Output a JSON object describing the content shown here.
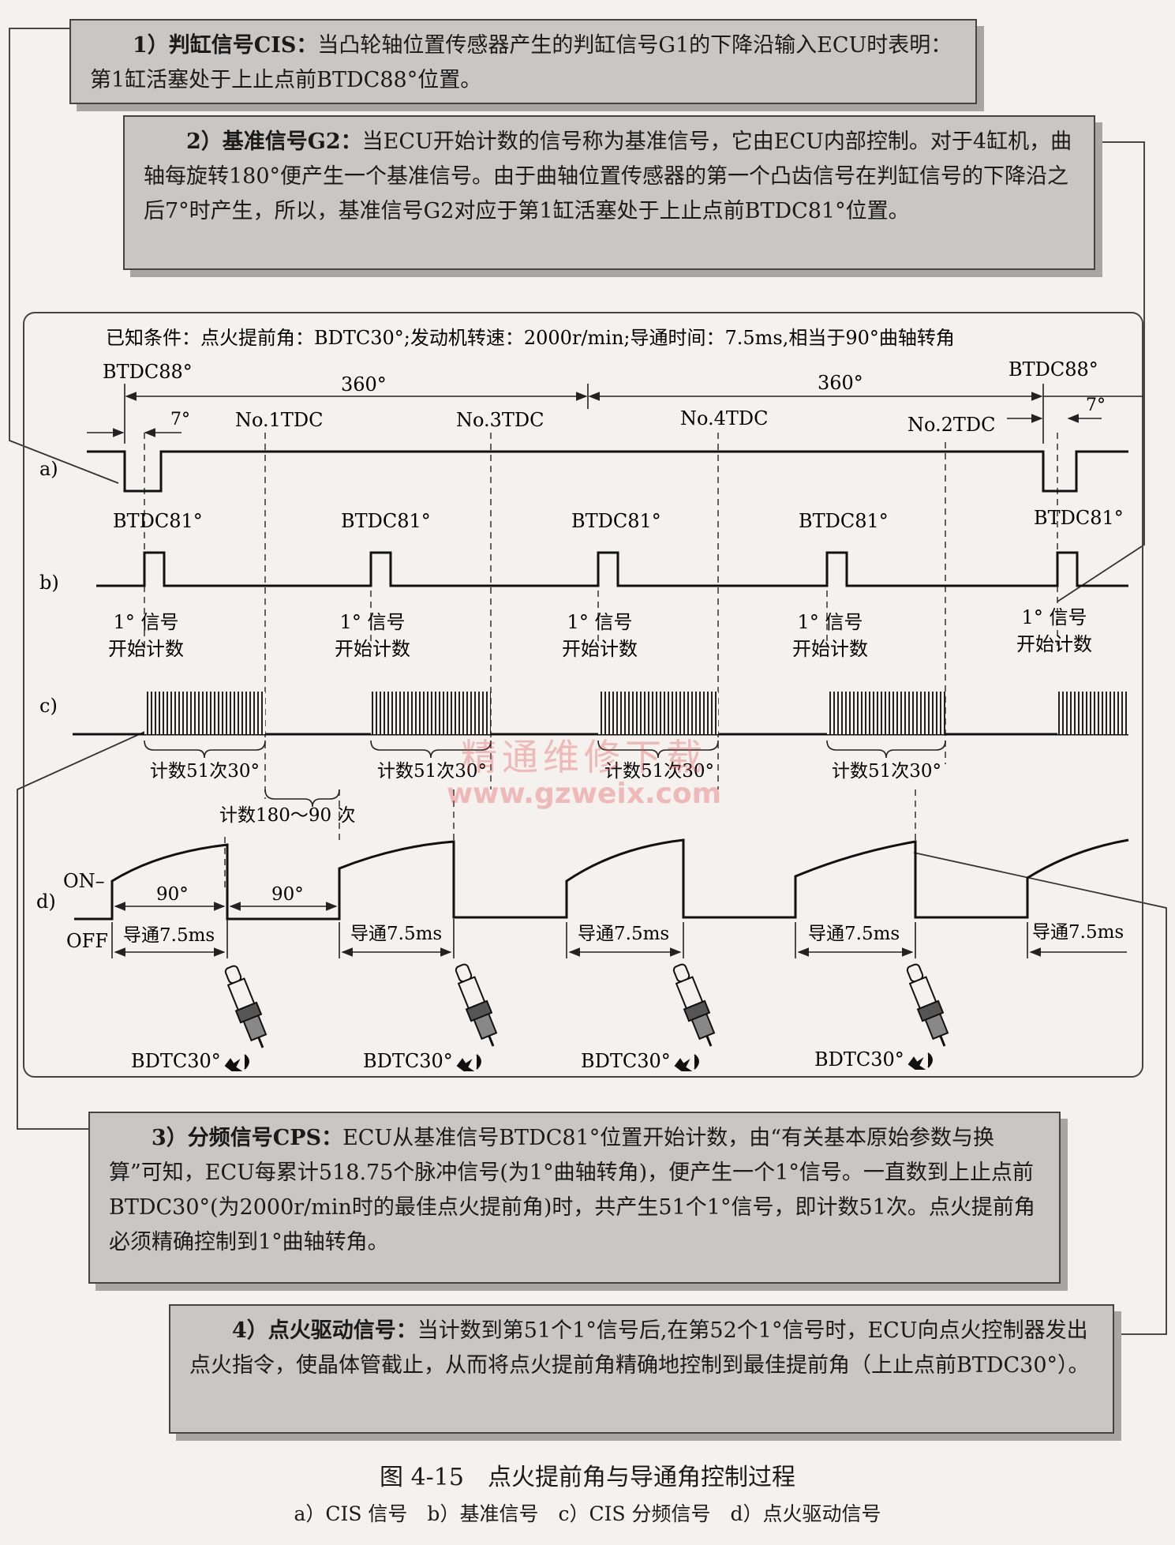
{
  "notes": [
    {
      "title": "1）判缸信号CIS：",
      "text": "当凸轮轴位置传感器产生的判缸信号G1的下降沿输入ECU时表明：第1缸活塞处于上止点前BTDC88°位置。"
    },
    {
      "title": "2）基准信号G2：",
      "text": "当ECU开始计数的信号称为基准信号，它由ECU内部控制。对于4缸机，曲轴每旋转180°便产生一个基准信号。由于曲轴位置传感器的第一个凸齿信号在判缸信号的下降沿之后7°时产生，所以，基准信号G2对应于第1缸活塞处于上止点前BTDC81°位置。"
    },
    {
      "title": "3）分频信号CPS：",
      "text": "ECU从基准信号BTDC81°位置开始计数，由“有关基本原始参数与换算”可知，ECU每累计518.75个脉冲信号(为1°曲轴转角)，便产生一个1°信号。一直数到上止点前BTDC30°(为2000r/min时的最佳点火提前角)时，共产生51个1°信号，即计数51次。点火提前角必须精确控制到1°曲轴转角。"
    },
    {
      "title": "4）点火驱动信号：",
      "text": "当计数到第51个1°信号后,在第52个1°信号时，ECU向点火控制器发出点火指令，使晶体管截止，从而将点火提前角精确地控制到最佳提前角（上止点前BTDC30°）。"
    }
  ],
  "diagram": {
    "conditions": "已知条件：点火提前角：BDTC30°;发动机转速：2000r/min;导通时间：7.5ms,相当于90°曲轴转角",
    "btdc88": "BTDC88°",
    "deg360": "360°",
    "deg7": "7°",
    "tdc_labels": [
      "No.1TDC",
      "No.3TDC",
      "No.4TDC",
      "No.2TDC"
    ],
    "row_labels": [
      "a)",
      "b)",
      "c)",
      "d)"
    ],
    "btdc81": "BTDC81°",
    "signal_line1": "1° 信号",
    "signal_line2": "开始计数",
    "count51": "计数51次30°",
    "count180": "计数180～90 次",
    "on_label": "ON–",
    "off_label": "OFF",
    "deg90": "90°",
    "conduct": "导通7.5ms",
    "bdtc30": "BDTC30°"
  },
  "watermark": {
    "line1": "精通维修下载",
    "line2": "www.gzweix.com"
  },
  "caption": {
    "title": "图 4-15　点火提前角与导通角控制过程",
    "subtitle": "a）CIS 信号　b）基准信号　c）CIS 分频信号　d）点火驱动信号"
  }
}
